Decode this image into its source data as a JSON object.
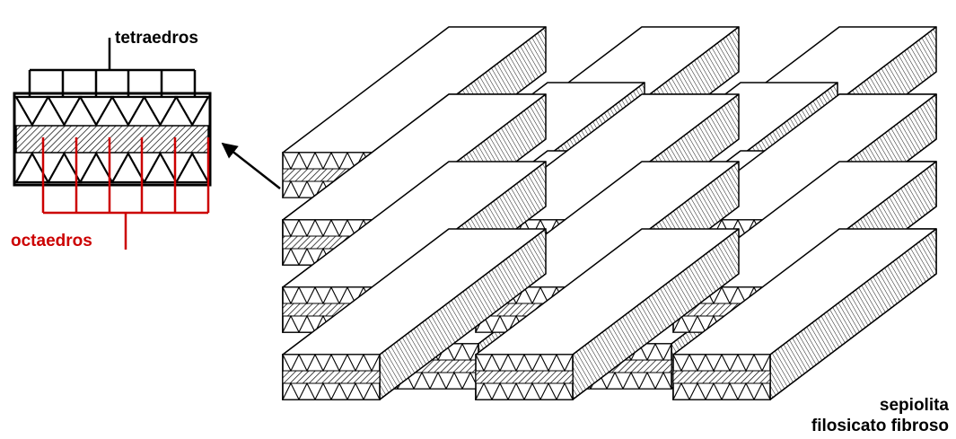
{
  "labels": {
    "tetrahedra": "tetraedros",
    "octahedra": "octaedros"
  },
  "caption": {
    "line1": "sepiolita",
    "line2": "filosicato fibroso"
  },
  "colors": {
    "ink": "#000000",
    "octahedra_accent": "#cc0000",
    "background": "#ffffff"
  }
}
